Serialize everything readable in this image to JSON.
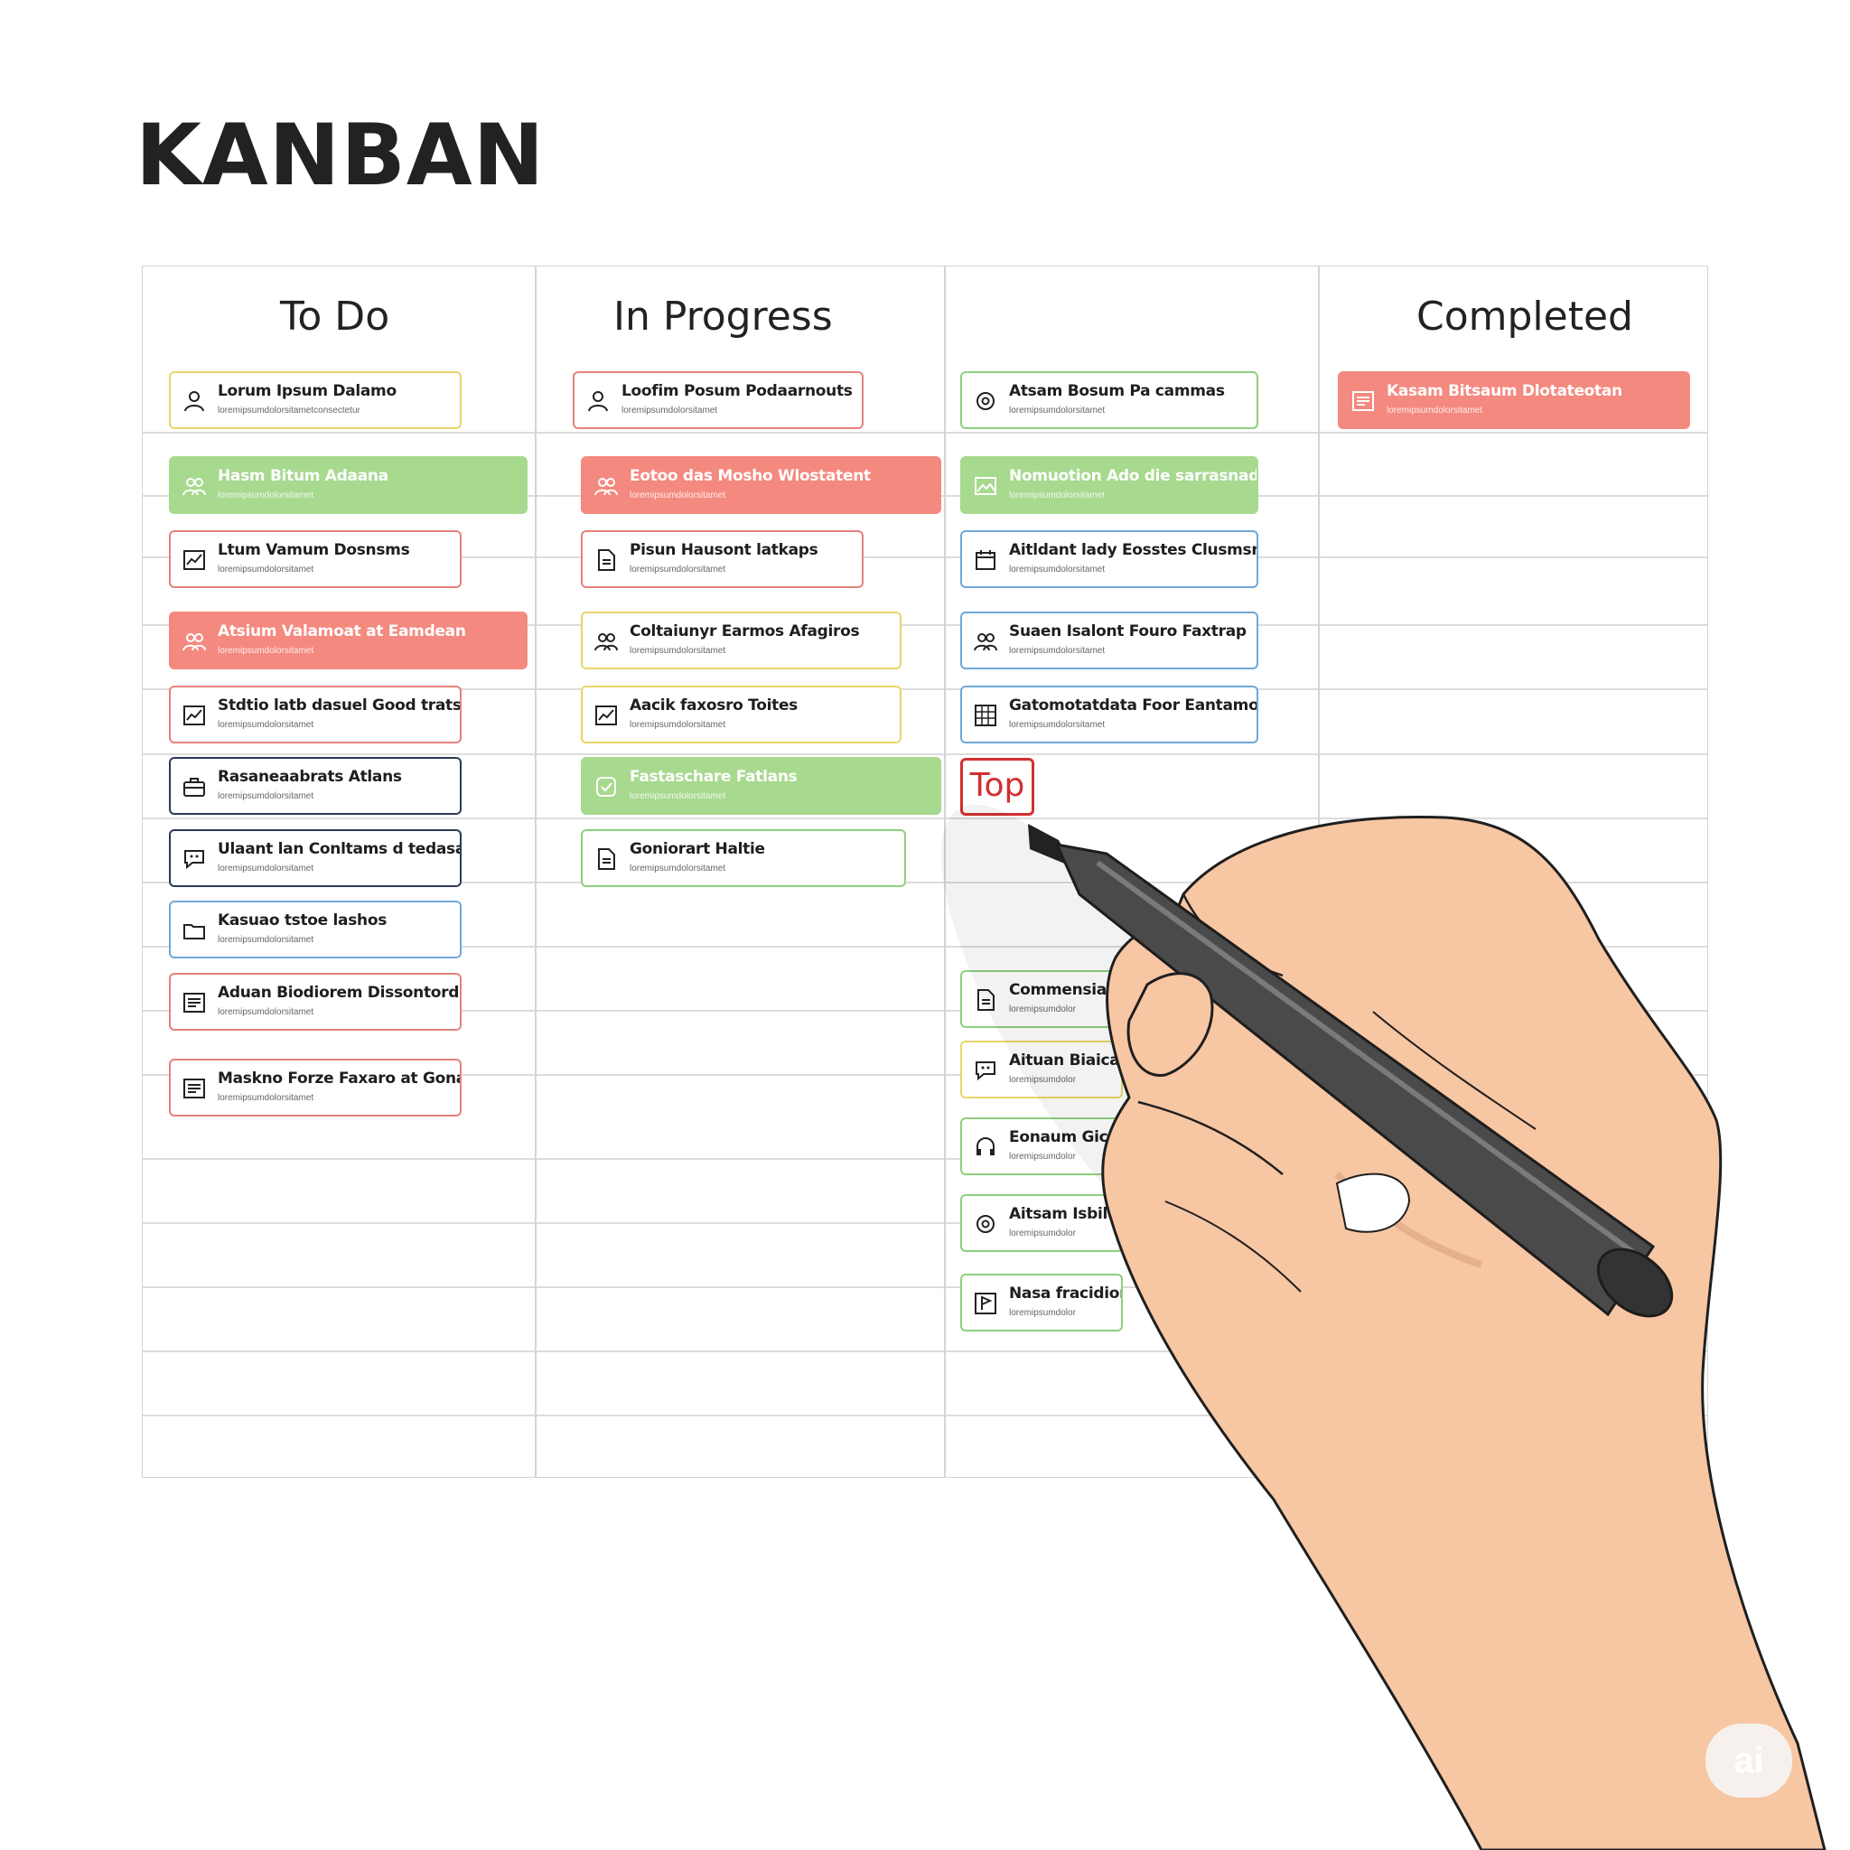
{
  "board": {
    "title": "KANBAN",
    "columns": [
      {
        "label": "To Do"
      },
      {
        "label": "In Progress"
      },
      {
        "label": ""
      },
      {
        "label": "Completed"
      }
    ]
  },
  "colors": {
    "yellow": "#e8d66a",
    "red": "#e5817b",
    "green": "#8fcf7e",
    "blue": "#6ea8d8",
    "dark": "#2b3a55",
    "red_fill": "#f4897f",
    "green_fill": "#a7d98f"
  },
  "cards": {
    "todo": [
      {
        "title": "Lorum Ipsum Dalamo",
        "sub": "loremipsumdolorsitametconsectetur",
        "icon": "person-icon"
      },
      {
        "title": "Hasm Bitum Adaana",
        "sub": "loremipsumdolorsitamet",
        "icon": "people-icon"
      },
      {
        "title": "Ltum Vamum Dosnsms",
        "sub": "loremipsumdolorsitamet",
        "icon": "chart-icon"
      },
      {
        "title": "Atsium Valamoat at Eamdean",
        "sub": "loremipsumdolorsitamet",
        "icon": "people-icon"
      },
      {
        "title": "Stdtio latb dasuel Good trats",
        "sub": "loremipsumdolorsitamet",
        "icon": "chart-icon"
      },
      {
        "title": "Rasaneaabrats Atlans",
        "sub": "loremipsumdolorsitamet",
        "icon": "briefcase-icon"
      },
      {
        "title": "Ulaant lan Conltams d tedasats",
        "sub": "loremipsumdolorsitamet",
        "icon": "chat-icon"
      },
      {
        "title": "Kasuao tstoe lashos",
        "sub": "loremipsumdolorsitamet",
        "icon": "folder-icon"
      },
      {
        "title": "Aduan Biodiorem Dissontord",
        "sub": "loremipsumdolorsitamet",
        "icon": "list-icon"
      },
      {
        "title": "Maskno Forze Faxaro at Gonant",
        "sub": "loremipsumdolorsitamet",
        "icon": "list-icon"
      }
    ],
    "progress": [
      {
        "title": "Loofim Posum Podaarnouts",
        "sub": "loremipsumdolorsitamet",
        "icon": "person-icon"
      },
      {
        "title": "Eotoo das Mosho Wlostatent",
        "sub": "loremipsumdolorsitamet",
        "icon": "people-icon"
      },
      {
        "title": "Pisun Hausont latkaps",
        "sub": "loremipsumdolorsitamet",
        "icon": "document-icon"
      },
      {
        "title": "Coltaiunyr Earmos Afagiros",
        "sub": "loremipsumdolorsitamet",
        "icon": "people-icon"
      },
      {
        "title": "Aacik faxosro Toites",
        "sub": "loremipsumdolorsitamet",
        "icon": "chart-icon"
      },
      {
        "title": "Fastaschare Fatlans",
        "sub": "loremipsumdolorsitamet",
        "icon": "sticker-icon"
      },
      {
        "title": "Goniorart Haltie",
        "sub": "loremipsumdolorsitamet",
        "icon": "document-icon"
      }
    ],
    "third": [
      {
        "title": "Atsam Bosum Pa cammas",
        "sub": "loremipsumdolorsitamet",
        "icon": "gear-icon"
      },
      {
        "title": "Nomuotion Ado die sarrasnad",
        "sub": "loremipsumdolorsitamet",
        "icon": "image-icon"
      },
      {
        "title": "Aitldant lady Eosstes Clusmsnat",
        "sub": "loremipsumdolorsitamet",
        "icon": "calendar-icon"
      },
      {
        "title": "Suaen Isalont Fouro Faxtrap",
        "sub": "loremipsumdolorsitamet",
        "icon": "people-icon"
      },
      {
        "title": "Gatomotatdata Foor Eantamo",
        "sub": "loremipsumdolorsitamet",
        "icon": "grid-icon"
      },
      {
        "title": "Commensia Ac",
        "sub": "loremipsumdolor",
        "icon": "document-icon"
      },
      {
        "title": "Aituan Biaicaudt",
        "sub": "loremipsumdolor",
        "icon": "chat-icon"
      },
      {
        "title": "Eonaum Gicaaty",
        "sub": "loremipsumdolor",
        "icon": "headset-icon"
      },
      {
        "title": "Aitsam Isbilde Coua",
        "sub": "loremipsumdolor",
        "icon": "gear-icon"
      },
      {
        "title": "Nasa fracidion tarhalos",
        "sub": "loremipsumdolor",
        "icon": "flag-icon"
      }
    ],
    "completed": [
      {
        "title": "Kasam Bitsaum Dlotateotan",
        "sub": "loremipsumdolorsitamet",
        "icon": "list-icon"
      }
    ]
  },
  "annotation": {
    "label": "Top"
  },
  "watermark": {
    "label": "ai"
  }
}
